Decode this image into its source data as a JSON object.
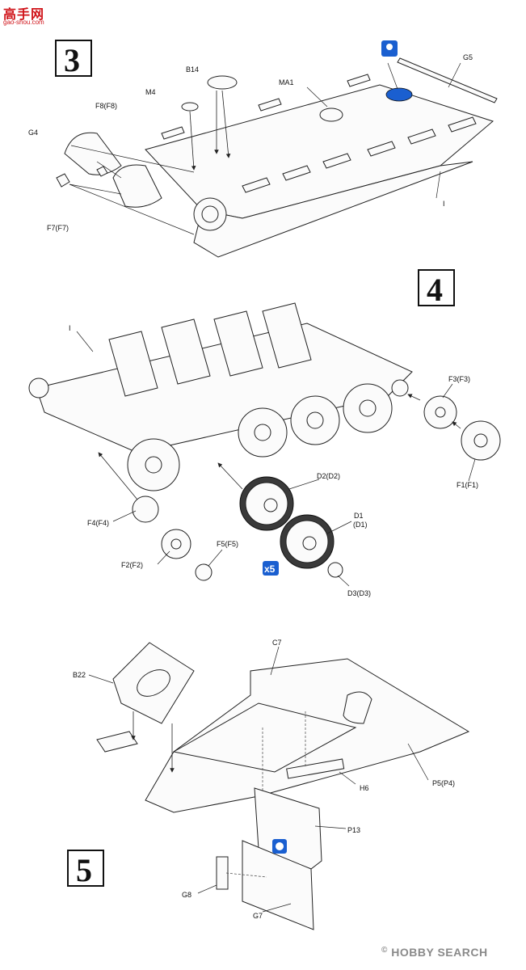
{
  "watermark": {
    "brand_cn": "高手网",
    "domain": "gao-shou.com"
  },
  "credit": {
    "symbol": "©",
    "brand": "HOBBY SEARCH"
  },
  "steps": {
    "s3": "3",
    "s4": "4",
    "s5": "5"
  },
  "labels": {
    "B14": "B14",
    "M4": "M4",
    "MA1": "MA1",
    "G5": "G5",
    "F8": "F8(F8)",
    "G4": "G4",
    "F7": "F7(F7)",
    "I3": "I",
    "I4": "I",
    "F3": "F3(F3)",
    "F1": "F1(F1)",
    "D2": "D2(D2)",
    "D1a": "D1",
    "D1b": "(D1)",
    "F4": "F4(F4)",
    "F5": "F5(F5)",
    "F2": "F2(F2)",
    "D3": "D3(D3)",
    "x5": "x5",
    "C7": "C7",
    "B22": "B22",
    "H6": "H6",
    "P5": "P5(P4)",
    "P13": "P13",
    "G8": "G8",
    "G7": "G7"
  },
  "colors": {
    "accent_blue": "#1a5fd0",
    "watermark_red": "#d0141a"
  }
}
